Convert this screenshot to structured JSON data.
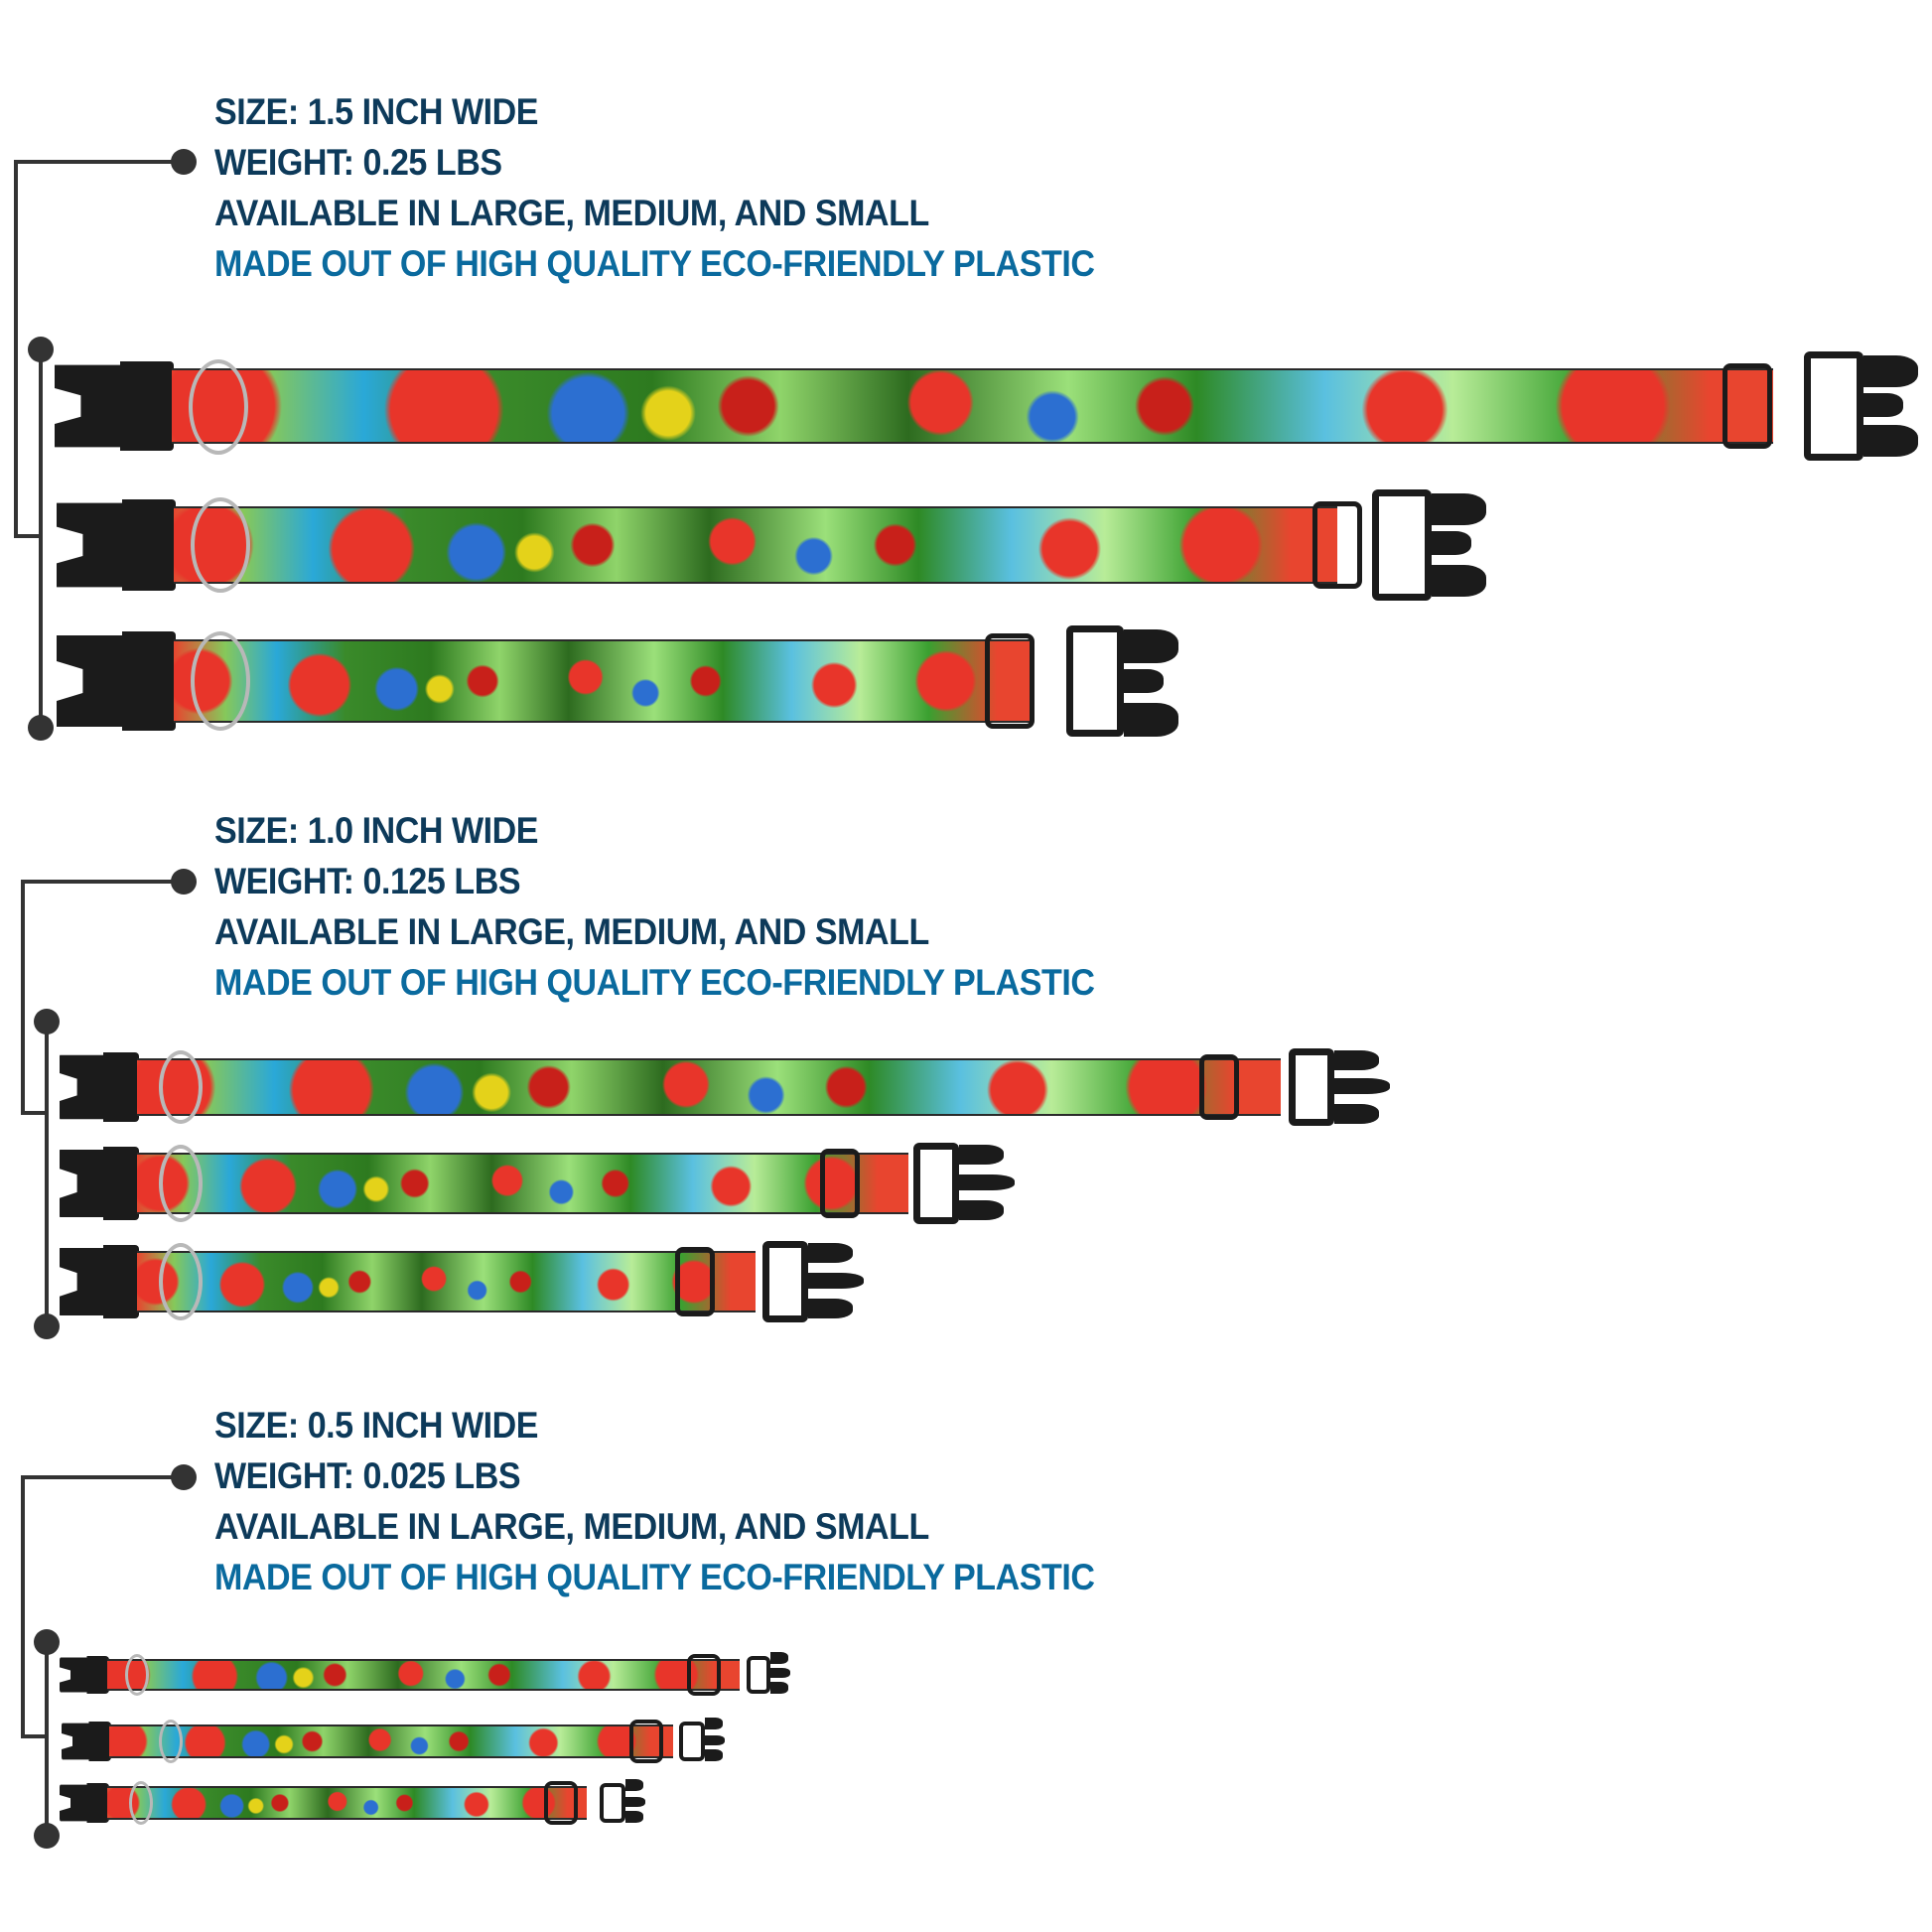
{
  "sections": [
    {
      "id": "wide-1-5",
      "size": "SIZE: 1.5 INCH WIDE",
      "weight": "WEIGHT: 0.25 LBS",
      "availability": "AVAILABLE IN LARGE, MEDIUM, AND SMALL",
      "material": "MADE OUT OF HIGH QUALITY ECO-FRIENDLY PLASTIC",
      "collars": [
        "large",
        "medium",
        "small"
      ]
    },
    {
      "id": "wide-1-0",
      "size": "SIZE: 1.0 INCH WIDE",
      "weight": "WEIGHT: 0.125 LBS",
      "availability": "AVAILABLE IN LARGE, MEDIUM, AND SMALL",
      "material": "MADE OUT OF HIGH QUALITY ECO-FRIENDLY PLASTIC",
      "collars": [
        "large",
        "medium",
        "small"
      ]
    },
    {
      "id": "wide-0-5",
      "size": "SIZE: 0.5 INCH WIDE",
      "weight": "WEIGHT: 0.025 LBS",
      "availability": "AVAILABLE IN LARGE, MEDIUM, AND SMALL",
      "material": "MADE OUT OF HIGH QUALITY ECO-FRIENDLY PLASTIC",
      "collars": [
        "large",
        "medium",
        "small"
      ]
    }
  ],
  "colors": {
    "heading_navy": "#0d3a5a",
    "material_blue": "#0a6a9e",
    "connector_gray": "#333333",
    "hardware_black": "#1b1b1b",
    "hibiscus_red": "#e8352a"
  },
  "pattern": "hummingbird-hibiscus-tropical-print"
}
